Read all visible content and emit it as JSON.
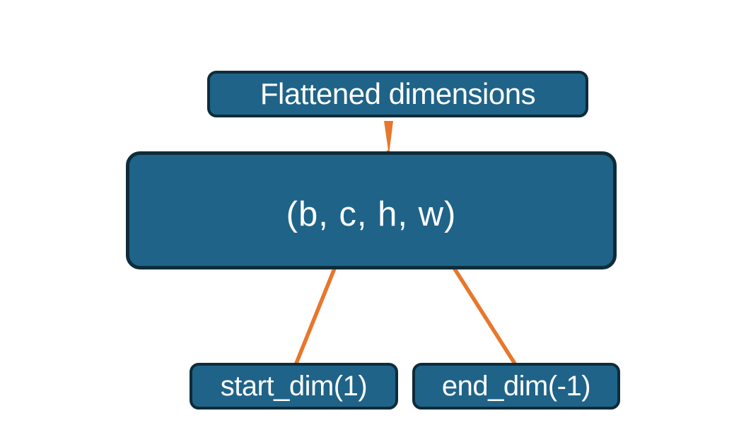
{
  "diagram": {
    "top_box": {
      "label": "Flattened dimensions"
    },
    "main_box": {
      "label": "(b, c, h, w)"
    },
    "start_dim_box": {
      "label": "start_dim(1)"
    },
    "end_dim_box": {
      "label": "end_dim(-1)"
    },
    "connectors": {
      "brace": "groups dimensions c, h, w under Flattened dimensions",
      "arrow_start_dim": "points from start_dim(1) to dimension b position",
      "arrow_end_dim": "points from end_dim(-1) to dimension w position"
    },
    "colors": {
      "box_fill": "#1f6388",
      "box_border": "#0e2c39",
      "connector": "#e7772d",
      "text_color": "#ffffff",
      "background": "#ffffff"
    }
  }
}
